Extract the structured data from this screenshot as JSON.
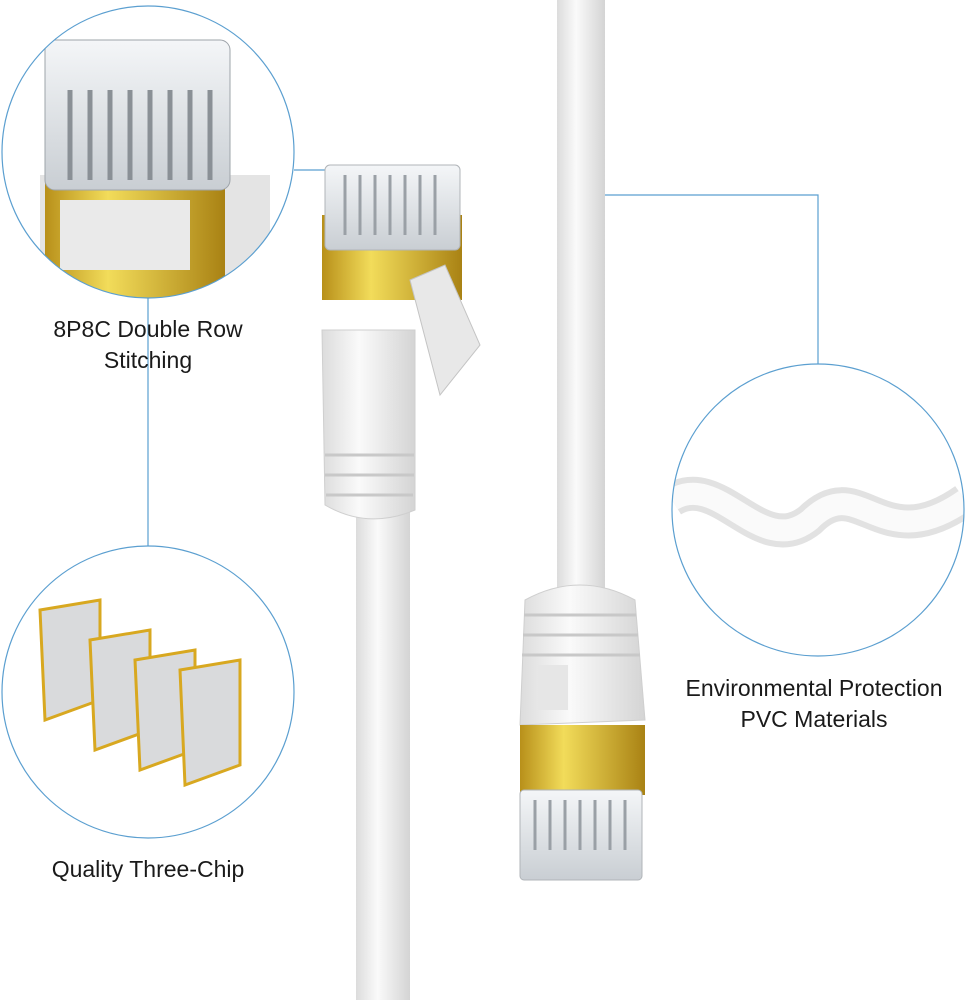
{
  "callouts": [
    {
      "line1": "8P8C Double Row",
      "line2": "Stitching"
    },
    {
      "line1": "Quality Three-Chip"
    },
    {
      "line1": "Environmental Protection",
      "line2": "PVC Materials"
    }
  ],
  "colors": {
    "callout_line": "#5b9fd0",
    "gold": "#d8b830",
    "cable": "#f4f4f4"
  }
}
